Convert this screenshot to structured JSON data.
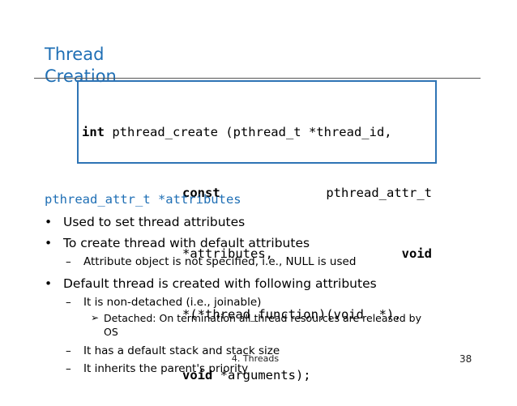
{
  "slide": {
    "title": "Thread Creation",
    "code": {
      "l1_kw": "int",
      "l1_rest": " pthread_create (pthread_t *thread_id,",
      "l2_kw": "const",
      "l2_rest": "pthread_attr_t",
      "l3_text": "*attributes,",
      "l3_kw": "void",
      "l4_text": "*(*thread_function)(void  *),",
      "l5_kw": "void",
      "l5_rest": " *arguments);"
    },
    "param": "pthread_attr_t *attributes",
    "bullets": {
      "b1": "Used to set thread attributes",
      "b2": "To create thread with default attributes",
      "b2_sub1": "Attribute object is not specified, i.e., NULL is used",
      "b3": "Default thread is created with following attributes",
      "b3_sub1": "It is non-detached (i.e., joinable)",
      "b3_sub1_sub1": "Detached: On termination all thread resources are released by OS",
      "b3_sub2": "It has a default stack and stack size",
      "b3_sub3": "It inherits the parent's priority"
    },
    "footer": "4. Threads",
    "page_number": "38"
  },
  "glyphs": {
    "bullet": "•",
    "dash": "–",
    "arrow": "➢"
  }
}
